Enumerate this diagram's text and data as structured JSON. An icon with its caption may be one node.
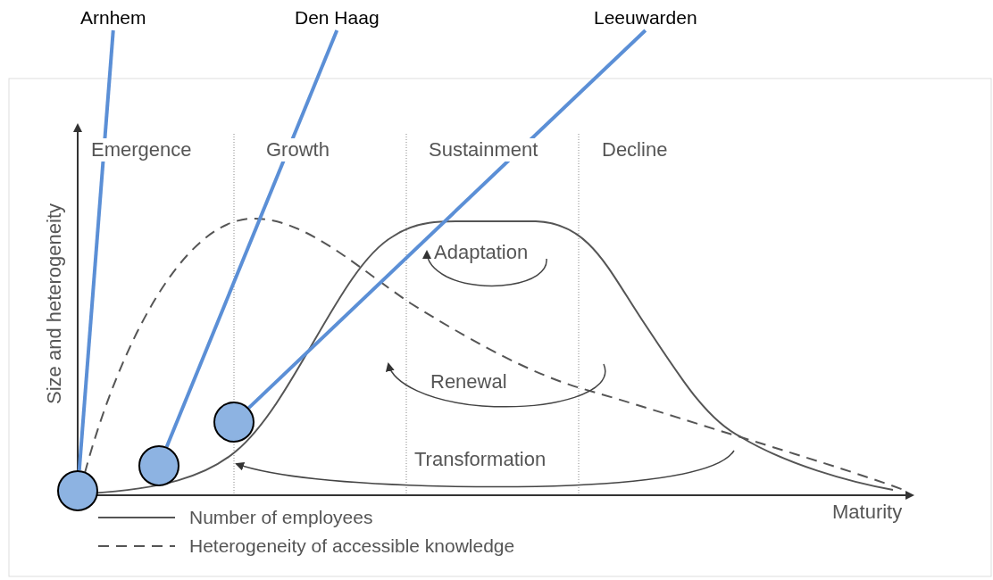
{
  "diagram": {
    "nodes": [
      {
        "text": [
          "Arnhem"
        ]
      },
      {
        "text": [
          "Den Haag"
        ]
      },
      {
        "text": [
          "Leeuwarden"
        ]
      },
      {
        "text": [],
        "shape": "circle"
      },
      {
        "text": [],
        "shape": "circle"
      },
      {
        "text": [],
        "shape": "circle"
      }
    ],
    "edges": [
      {
        "from": 0,
        "to": 3,
        "arrow": "none"
      },
      {
        "from": 1,
        "to": 4,
        "arrow": "none"
      },
      {
        "from": 2,
        "to": 5,
        "arrow": "none"
      }
    ],
    "labels": [
      "Emergence",
      "Growth",
      "Sustainment",
      "Decline",
      "Size and heterogeneity",
      "Adaptation",
      "Renewal",
      "Transformation",
      "Maturity"
    ],
    "legend": [
      {
        "text": "Number of employees"
      },
      {
        "text": "Heterogeneity of accessible knowledge"
      }
    ]
  }
}
